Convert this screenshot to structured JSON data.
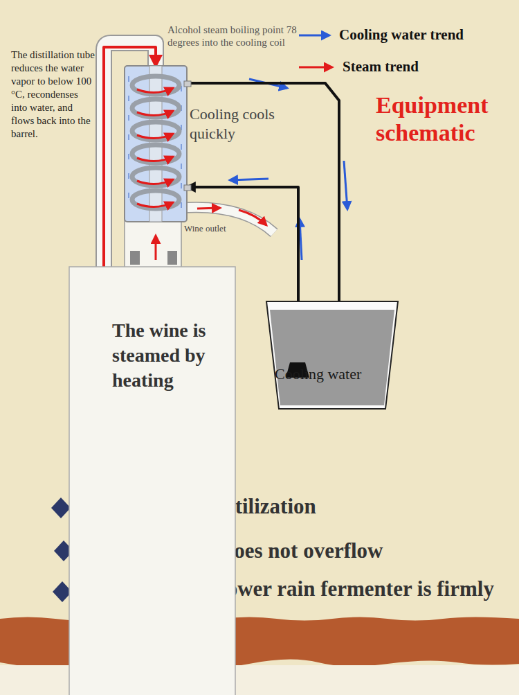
{
  "diagram": {
    "title": "Equipment schematic",
    "nodes": [
      {
        "text": [
          "The wine is steamed by heating"
        ]
      },
      {
        "text": [
          "Cooling cools quickly"
        ]
      },
      {
        "text": [
          "Cooling water"
        ]
      }
    ],
    "edges": [
      {
        "from": 0,
        "to": 1,
        "arrow": "to"
      },
      {
        "from": 2,
        "to": 1,
        "arrow": "to"
      },
      {
        "from": 1,
        "to": 2,
        "arrow": "to"
      }
    ],
    "labels": [
      "The distillation tube reduces the water vapor to below 100 °C, recondenses into water, and flows back into the barrel.",
      "Alcohol steam boiling point 78 degrees into the cooling coil",
      "Wine outlet",
      "Less steam volatilization",
      "Cooling water does not overflow",
      "Condensation tower rain fermenter is firmly connected"
    ],
    "legend": [
      {
        "text": "Cooling water trend"
      },
      {
        "text": "Steam trend"
      }
    ]
  }
}
